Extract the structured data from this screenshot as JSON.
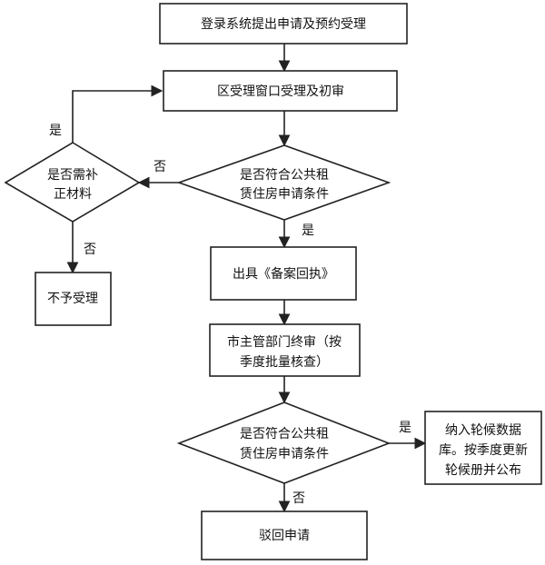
{
  "nodes": {
    "start": "登录系统提出申请及预约受理",
    "district_review": "区受理窗口受理及初审",
    "check1_line1": "是否符合公共租",
    "check1_line2": "赁住房申请条件",
    "supplement_line1": "是否需补",
    "supplement_line2": "正材料",
    "reject_accept": "不予受理",
    "receipt": "出具《备案回执》",
    "city_review_line1": "市主管部门终审（按",
    "city_review_line2": "季度批量核查）",
    "check2_line1": "是否符合公共租",
    "check2_line2": "赁住房申请条件",
    "queue_line1": "纳入轮候数据",
    "queue_line2": "库。按季度更新",
    "queue_line3": "轮候册并公布",
    "reject_apply": "驳回申请"
  },
  "labels": {
    "check1_no": "否",
    "check1_yes": "是",
    "supplement_yes": "是",
    "supplement_no": "否",
    "check2_yes": "是",
    "check2_no": "否"
  }
}
